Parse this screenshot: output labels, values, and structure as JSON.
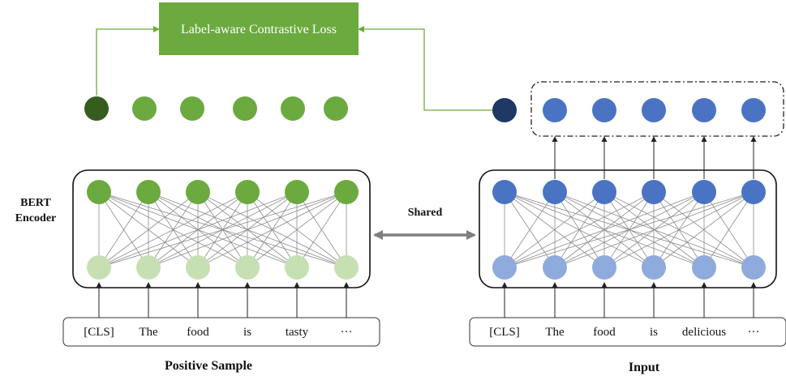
{
  "loss_box": {
    "label": "Label-aware Contrastive Loss"
  },
  "encoder_label": {
    "line1": "BERT",
    "line2": "Encoder"
  },
  "shared_label": "Shared",
  "left": {
    "caption": "Positive Sample",
    "tokens": [
      "[CLS]",
      "The",
      "food",
      "is",
      "tasty",
      "···"
    ]
  },
  "right": {
    "caption": "Input",
    "tokens": [
      "[CLS]",
      "The",
      "food",
      "is",
      "delicious",
      "···"
    ]
  },
  "colors": {
    "green_box": "#6aaa3f",
    "green_node": "#6aaa3f",
    "green_dark": "#365c1e",
    "green_light": "#c6e0b4",
    "blue_node": "#4a73c4",
    "blue_dark": "#1f3864",
    "blue_light": "#8faadc",
    "edge_gray": "#8c8c8c",
    "shared_arrow": "#7f7f7f",
    "connector_green": "#6aaa3f"
  }
}
